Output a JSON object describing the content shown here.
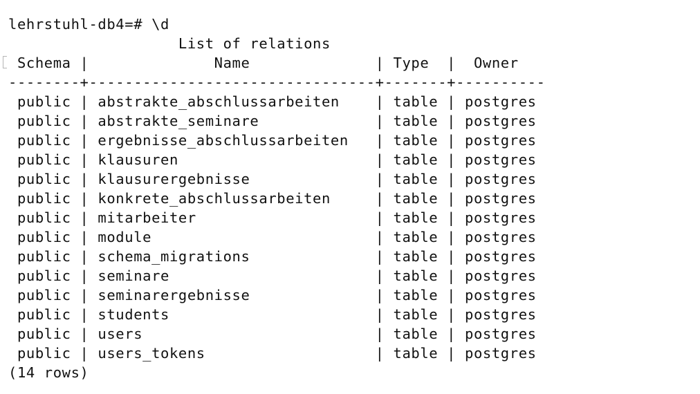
{
  "terminal": {
    "lines": [
      "lehrstuhl-db4=# \\d",
      "                   List of relations",
      " Schema |              Name              | Type  |  Owner",
      "--------+--------------------------------+-------+----------",
      " public | abstrakte_abschlussarbeiten    | table | postgres",
      " public | abstrakte_seminare             | table | postgres",
      " public | ergebnisse_abschlussarbeiten   | table | postgres",
      " public | klausuren                      | table | postgres",
      " public | klausurergebnisse              | table | postgres",
      " public | konkrete_abschlussarbeiten     | table | postgres",
      " public | mitarbeiter                    | table | postgres",
      " public | module                         | table | postgres",
      " public | schema_migrations              | table | postgres",
      " public | seminare                       | table | postgres",
      " public | seminarergebnisse              | table | postgres",
      " public | students                       | table | postgres",
      " public | users                          | table | postgres",
      " public | users_tokens                   | table | postgres",
      "(14 rows)"
    ]
  }
}
